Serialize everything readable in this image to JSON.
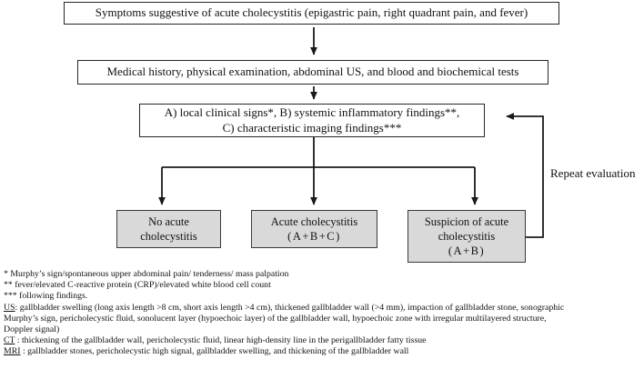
{
  "flowchart": {
    "symptoms_box": {
      "text": "Symptoms suggestive of acute cholecystitis (epigastric pain, right quadrant pain, and fever)"
    },
    "workup_box": {
      "text": "Medical history, physical examination, abdominal US, and blood and biochemical tests"
    },
    "criteria_box": {
      "line1": "A) local clinical signs*, B) systemic inflammatory findings**,",
      "line2": "C) characteristic imaging findings***"
    },
    "outcomes": [
      {
        "line1": "No acute",
        "line2": "cholecystitis"
      },
      {
        "line1": "Acute cholecystitis",
        "line2": "(A+B+C)"
      },
      {
        "line1": "Suspicion of acute",
        "line2": "cholecystitis",
        "line3": "(A+B)"
      }
    ],
    "repeat_label": "Repeat evaluation"
  },
  "footnotes": [
    {
      "prefix": "",
      "text": "* Murphy’s sign/spontaneous upper abdominal pain/ tenderness/ mass palpation"
    },
    {
      "prefix": "",
      "text": "** fever/elevated C-reactive protein (CRP)/elevated white blood cell count"
    },
    {
      "prefix": "",
      "text": "*** following findings."
    },
    {
      "prefix": "US",
      "text": ": gallbladder swelling (long axis length >8 cm, short axis length >4 cm), thickened gallbladder wall (>4 mm), impaction of gallbladder stone, sonographic"
    },
    {
      "prefix": "",
      "text": "Murphy’s sign, pericholecystic fluid, sonolucent layer (hypoechoic layer) of the gallbladder wall, hypoechoic zone with irregular multilayered structure,"
    },
    {
      "prefix": "",
      "text": "Doppler signal)"
    },
    {
      "prefix": "CT",
      "text": " : thickening of the gallbladder wall, pericholecystic fluid,  linear high-density line in the perigallbladder fatty tissue"
    },
    {
      "prefix": "MRI",
      "text": " : gallbladder stones, pericholecystic high signal, gallbladder swelling, and thickening of the gallbladder wall"
    }
  ],
  "colors": {
    "line": "#1a1a1a",
    "outcome_fill": "#d9d9d9",
    "background": "#ffffff"
  }
}
